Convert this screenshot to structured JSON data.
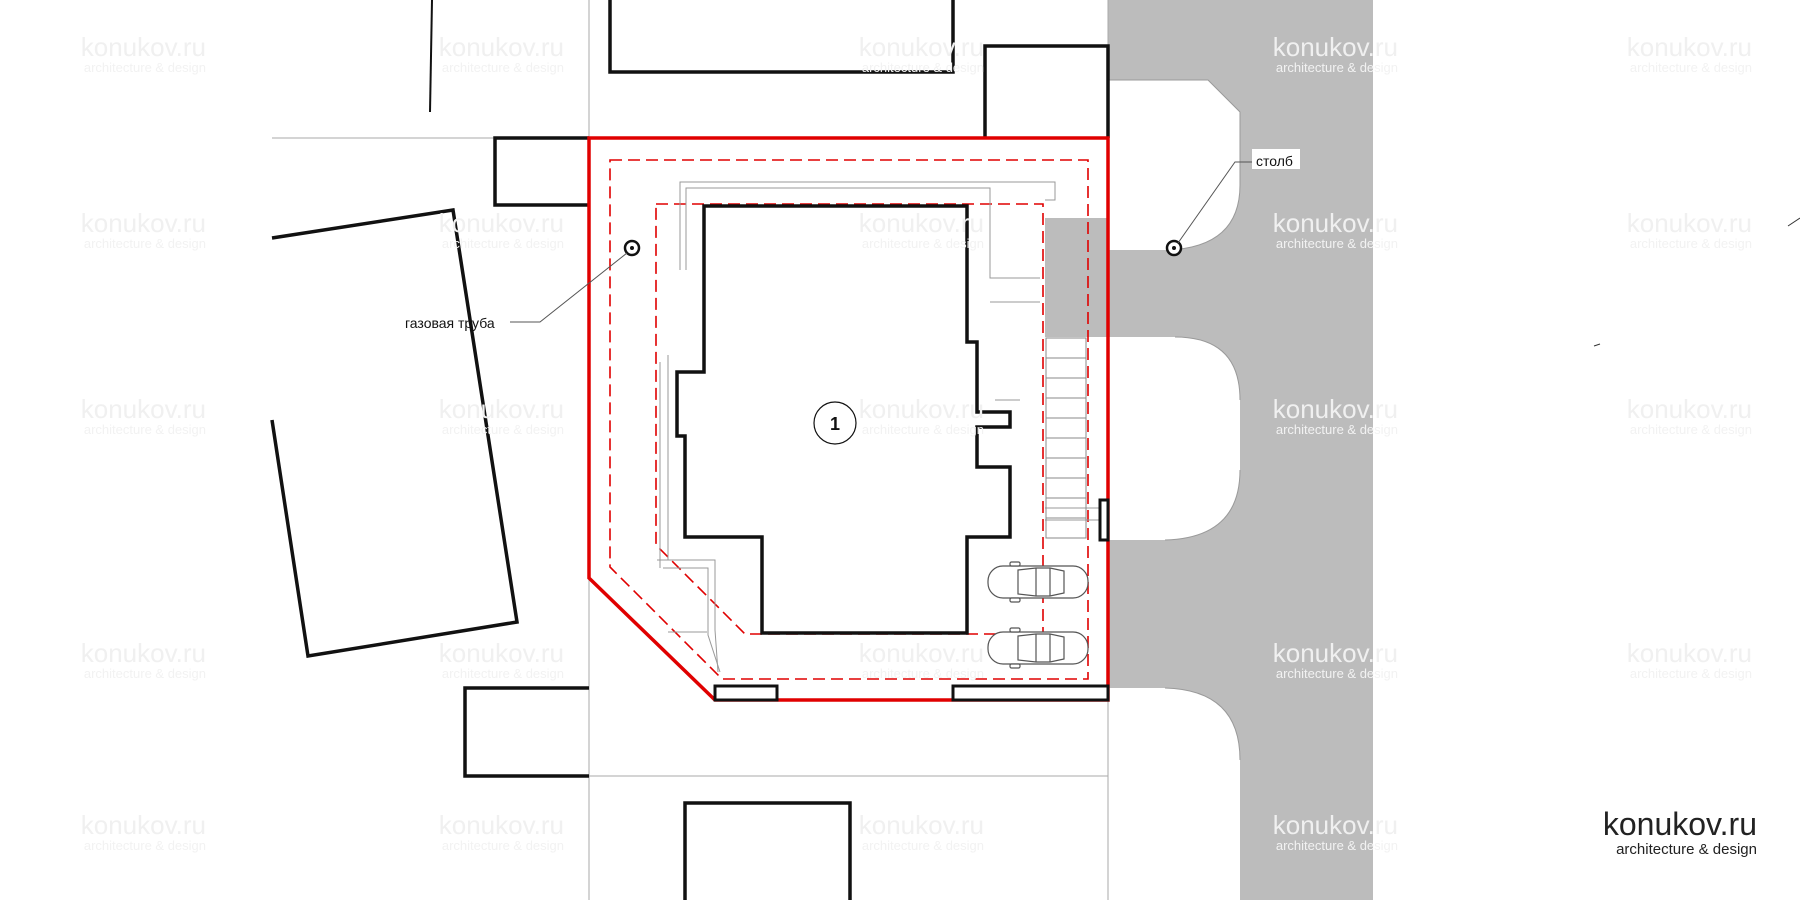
{
  "labels": {
    "gas_pipe": "газовая труба",
    "pole": "столб",
    "building_number": "1"
  },
  "watermark": {
    "site": "konukov.ru",
    "tagline": "architecture & design"
  },
  "logo": {
    "site": "konukov.ru",
    "tagline": "architecture & design"
  },
  "colors": {
    "plot_boundary": "#e00000",
    "setback_line": "#e00000",
    "road": "#bcbcbc",
    "walls": "#111111"
  },
  "icons": [
    "car-icon",
    "pipe-marker-icon",
    "pole-marker-icon"
  ]
}
